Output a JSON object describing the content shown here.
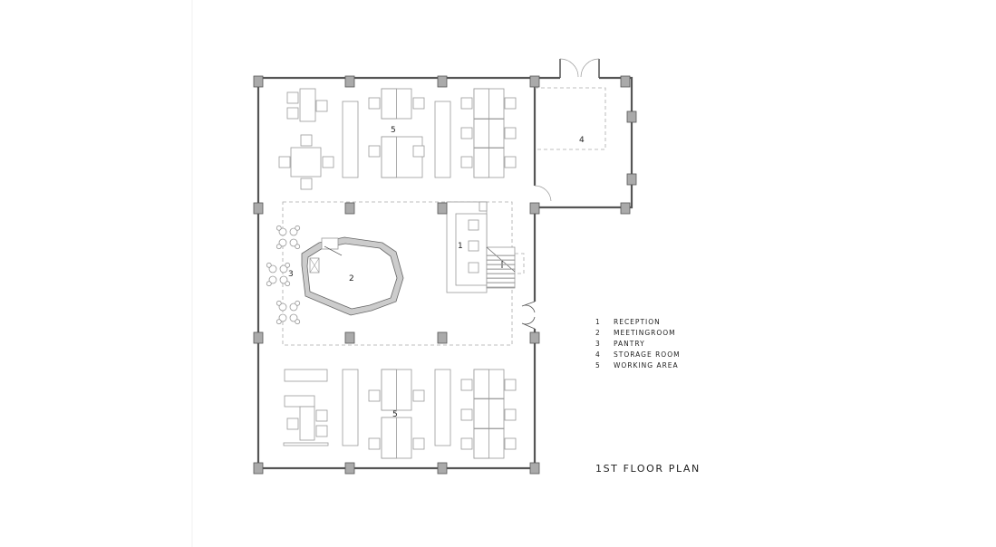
{
  "plan": {
    "title": "1ST FLOOR PLAN",
    "room_labels": {
      "reception": "1",
      "meeting": "2",
      "pantry": "3",
      "storage": "4",
      "work_top": "5",
      "work_bottom": "5"
    },
    "legend": [
      {
        "num": "1",
        "label": "RECEPTION"
      },
      {
        "num": "2",
        "label": "MEETINGROOM"
      },
      {
        "num": "3",
        "label": "PANTRY"
      },
      {
        "num": "4",
        "label": "STORAGE ROOM"
      },
      {
        "num": "5",
        "label": "WORKING AREA"
      }
    ]
  }
}
